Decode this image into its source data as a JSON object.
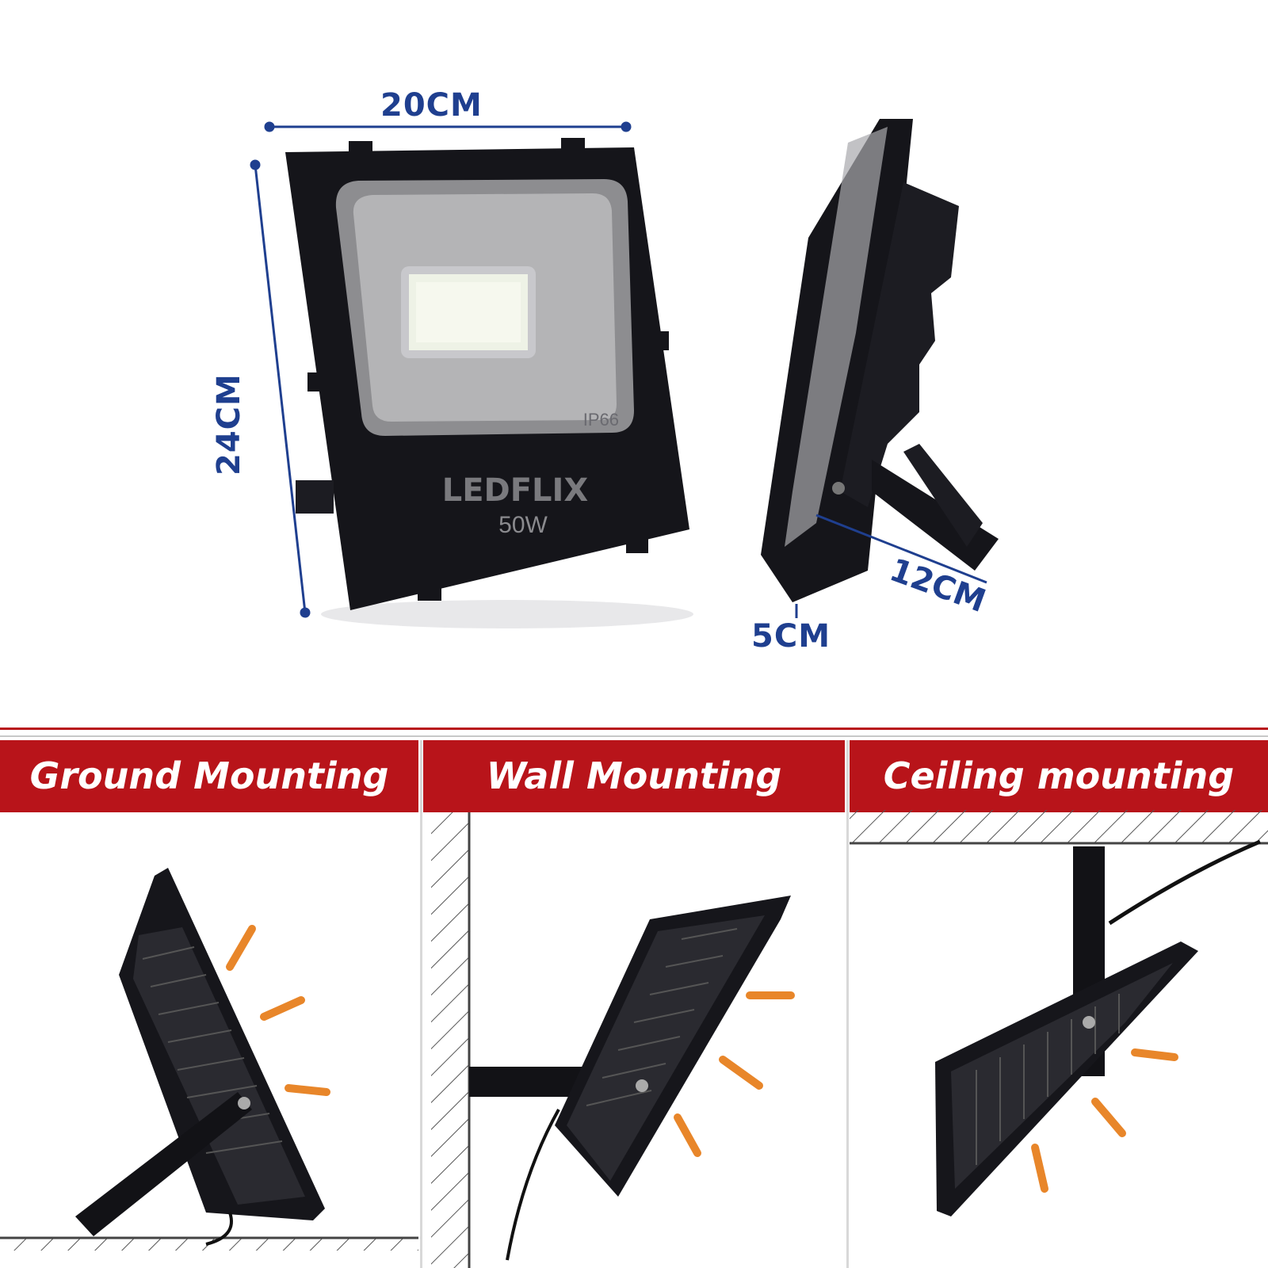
{
  "dimensions": {
    "width": "20CM",
    "height": "24CM",
    "depth": "12CM",
    "thickness": "5CM"
  },
  "product": {
    "brand": "LEDFLIX",
    "power": "50W",
    "rating": "IP66"
  },
  "mounting": [
    {
      "label": "Ground Mounting"
    },
    {
      "label": "Wall Mounting"
    },
    {
      "label": "Ceiling mounting"
    }
  ],
  "colors": {
    "dimension_blue": "#1f3f8f",
    "banner_red": "#b8141a",
    "light_ray_orange": "#e8862a",
    "housing_black": "#15151a"
  }
}
